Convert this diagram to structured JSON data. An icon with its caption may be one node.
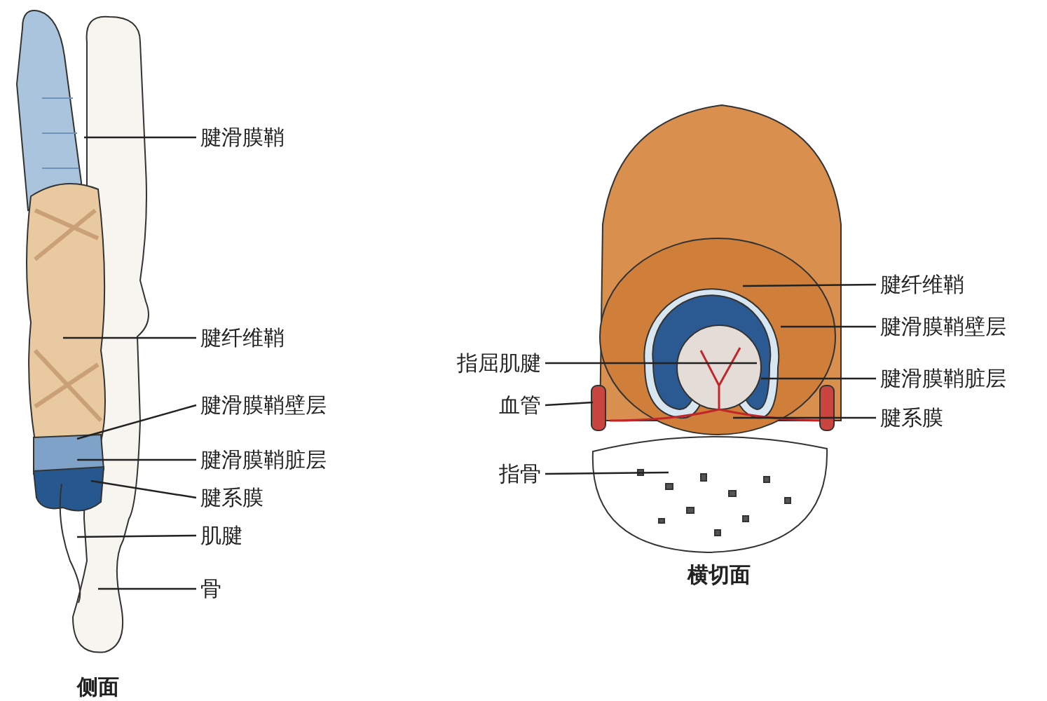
{
  "diagram": {
    "nodes": [
      {
        "text": [
          "腱滑膜鞘"
        ]
      },
      {
        "text": [
          "腱纤维鞘"
        ]
      },
      {
        "text": [
          "腱滑膜鞘壁层"
        ]
      },
      {
        "text": [
          "腱滑膜鞘脏层"
        ]
      },
      {
        "text": [
          "腱系膜"
        ]
      },
      {
        "text": [
          "肌腱"
        ]
      },
      {
        "text": [
          "骨"
        ]
      },
      {
        "text": [
          "腱纤维鞘"
        ]
      },
      {
        "text": [
          "腱滑膜鞘壁层"
        ]
      },
      {
        "text": [
          "指屈肌腱"
        ]
      },
      {
        "text": [
          "腱滑膜鞘脏层"
        ]
      },
      {
        "text": [
          "血管"
        ]
      },
      {
        "text": [
          "腱系膜"
        ]
      },
      {
        "text": [
          "指骨"
        ]
      }
    ],
    "edges": [
      {
        "from": 0,
        "to": null,
        "arrow": "none"
      },
      {
        "from": 1,
        "to": null,
        "arrow": "none"
      },
      {
        "from": 2,
        "to": null,
        "arrow": "none"
      },
      {
        "from": 3,
        "to": null,
        "arrow": "none"
      },
      {
        "from": 4,
        "to": null,
        "arrow": "none"
      },
      {
        "from": 5,
        "to": null,
        "arrow": "none"
      },
      {
        "from": 6,
        "to": null,
        "arrow": "none"
      },
      {
        "from": 7,
        "to": null,
        "arrow": "none"
      },
      {
        "from": 8,
        "to": null,
        "arrow": "none"
      },
      {
        "from": 9,
        "to": null,
        "arrow": "none"
      },
      {
        "from": 10,
        "to": null,
        "arrow": "none"
      },
      {
        "from": 11,
        "to": null,
        "arrow": "none"
      },
      {
        "from": 12,
        "to": null,
        "arrow": "none"
      },
      {
        "from": 13,
        "to": null,
        "arrow": "none"
      }
    ],
    "labels": [
      "横切面",
      "侧面"
    ]
  }
}
